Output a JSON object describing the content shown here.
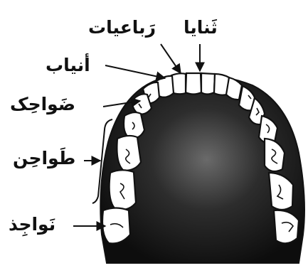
{
  "labels": {
    "incisors_central": "ثَنایا",
    "incisors_lateral": "رَباعیات",
    "canines": "أنیاب",
    "premolars": "ضَواحِک",
    "molars": "طَواحِن",
    "wisdom": "نَواجِذ"
  },
  "colors": {
    "ink": "#111111",
    "palate_dark": "#0d0d0d",
    "palate_light": "#6a6a6a",
    "tooth_fill": "#ffffff"
  }
}
